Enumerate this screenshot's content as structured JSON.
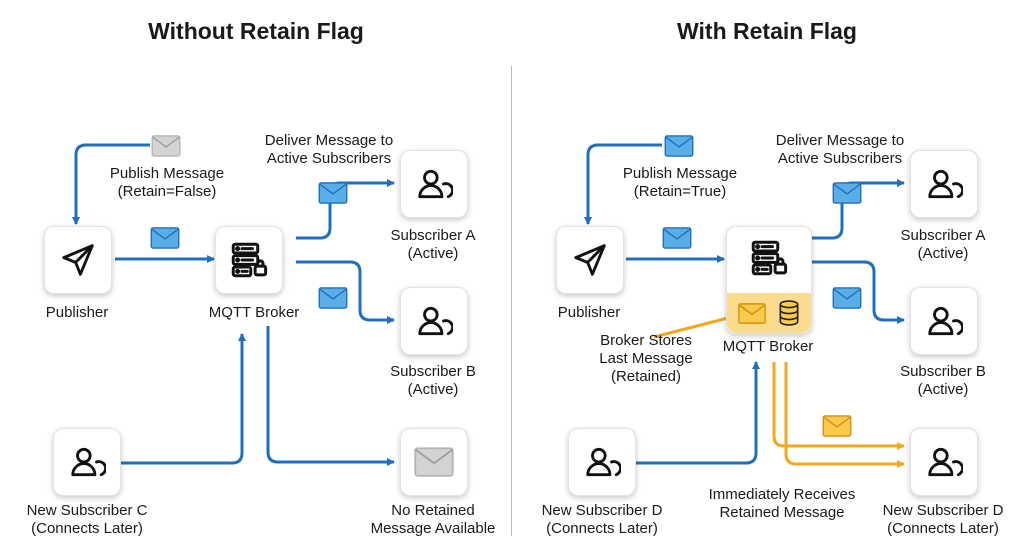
{
  "panels": {
    "left": {
      "title": "Without Retain Flag",
      "publish_label": [
        "Publish Message",
        "(Retain=False)"
      ],
      "deliver_label": [
        "Deliver Message to",
        "Active Subscribers"
      ],
      "publisher": "Publisher",
      "broker": "MQTT Broker",
      "subscriber_a": [
        "Subscriber A",
        "(Active)"
      ],
      "subscriber_b": [
        "Subscriber B",
        "(Active)"
      ],
      "new_subscriber": [
        "New Subscriber C",
        "(Connects Later)"
      ],
      "no_retained": [
        "No Retained",
        "Message Available"
      ]
    },
    "right": {
      "title": "With Retain Flag",
      "publish_label": [
        "Publish Message",
        "(Retain=True)"
      ],
      "deliver_label": [
        "Deliver Message to",
        "Active Subscribers"
      ],
      "publisher": "Publisher",
      "broker": "MQTT Broker",
      "broker_stores": [
        "Broker Stores",
        "Last Message",
        "(Retained)"
      ],
      "subscriber_a": [
        "Subscriber A",
        "(Active)"
      ],
      "subscriber_b": [
        "Subscriber B",
        "(Active)"
      ],
      "new_subscriber_source": [
        "New Subscriber D",
        "(Connects Later)"
      ],
      "immediately_receives": [
        "Immediately Receives",
        "Retained Message"
      ],
      "new_subscriber_target": [
        "New Subscriber D",
        "(Connects Later)"
      ]
    }
  },
  "icons": {
    "publisher": "send-icon",
    "broker": "server-icon",
    "subscriber": "user-icon",
    "message": "envelope-icon",
    "storage": "database-icon"
  },
  "colors": {
    "flow_blue": "#1f6fbf",
    "retained_orange": "#f2a81d",
    "envelope_blue": "#5aaee8",
    "envelope_gray": "#d3d3d3",
    "store_highlight": "#fbdc8e"
  }
}
